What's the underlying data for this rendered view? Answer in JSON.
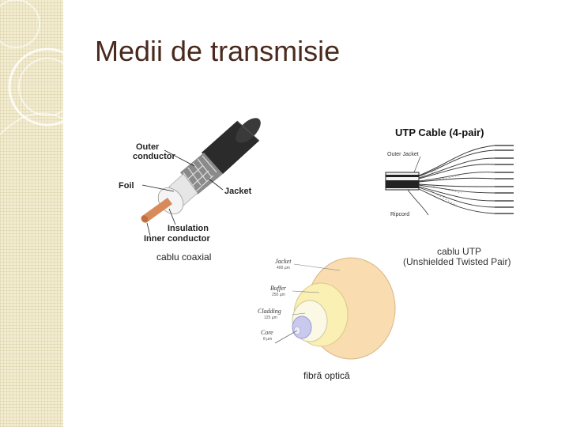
{
  "slide": {
    "title": "Medii de transmisie"
  },
  "coax": {
    "label_outer": "Outer",
    "label_conductor": "conductor",
    "label_foil": "Foil",
    "label_jacket": "Jacket",
    "label_insulation": "Insulation",
    "label_inner": "Inner conductor",
    "caption": "cablu coaxial"
  },
  "utp": {
    "header": "UTP Cable (4-pair)",
    "label_outer_jacket": "Outer Jacket",
    "label_ripcord": "Ripcord",
    "caption_line1": "cablu UTP",
    "caption_line2": "(Unshielded Twisted Pair)"
  },
  "fiber": {
    "label_jacket": "Jacket",
    "sub_jacket": "400 µm",
    "label_buffer": "Buffer",
    "sub_buffer": "250 µm",
    "label_cladding": "Cladding",
    "sub_cladding": "125 µm",
    "label_core": "Core",
    "sub_core": "8 µm",
    "caption": "fibră optică"
  },
  "colors": {
    "title": "#4a2a1e",
    "sidebar": "#f2ecd0",
    "fiber_jacket": "#f9dcb0",
    "fiber_buffer": "#faf0b4",
    "fiber_cladding": "#fbf9e6",
    "fiber_core": "#c9c9ee",
    "copper": "#d98a5a"
  }
}
